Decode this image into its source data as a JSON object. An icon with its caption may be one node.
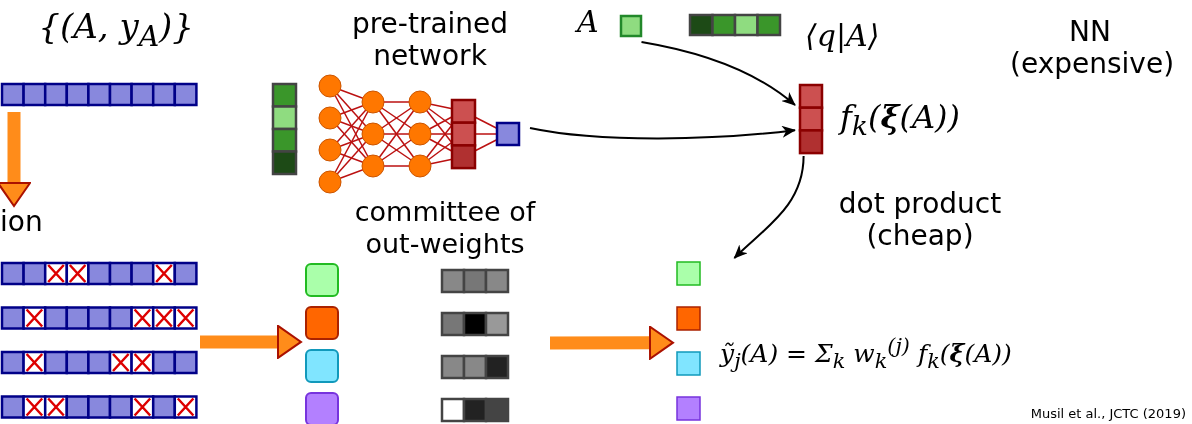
{
  "diagram": {
    "nodes": [
      {
        "text": [
          "{(A, y$_{A}$)}"
        ]
      },
      {
        "text": [
          "ion"
        ]
      },
      {
        "text": [
          "pre-trained network"
        ]
      },
      {
        "text": [
          "committee of out-weights"
        ]
      },
      {
        "text": [
          "A"
        ]
      },
      {
        "text": [
          "⟨q|A⟩"
        ]
      },
      {
        "text": [
          "f$_{k}$(**ξ**(A))"
        ]
      },
      {
        "text": [],
        "shape": "box",
        "beside": [
          "ỹ$_{j}$(A) = Σ$_{k}$ w$_{k}$$^{(j)}$ f$_{k}$(**ξ**(A))"
        ]
      }
    ],
    "edges": [
      {
        "from": 0,
        "to": 1,
        "arrow": "to",
        "style": "thick",
        "color": "#ff8c1a"
      },
      {
        "from": 1,
        "to": 3,
        "arrow": "to",
        "style": "thick",
        "color": "#ff8c1a"
      },
      {
        "from": 3,
        "to": 7,
        "arrow": "to",
        "style": "thick",
        "color": "#ff8c1a"
      },
      {
        "from": 4,
        "to": 6,
        "arrow": "to",
        "color": "#000000"
      },
      {
        "from": 2,
        "to": 6,
        "arrow": "to",
        "color": "#000000"
      },
      {
        "from": 6,
        "to": 7,
        "arrow": "to",
        "label": "dot product (cheap)",
        "color": "#000000"
      }
    ],
    "labels": [
      "NN (expensive)",
      "Musil et al., JCTC (2019)"
    ]
  }
}
